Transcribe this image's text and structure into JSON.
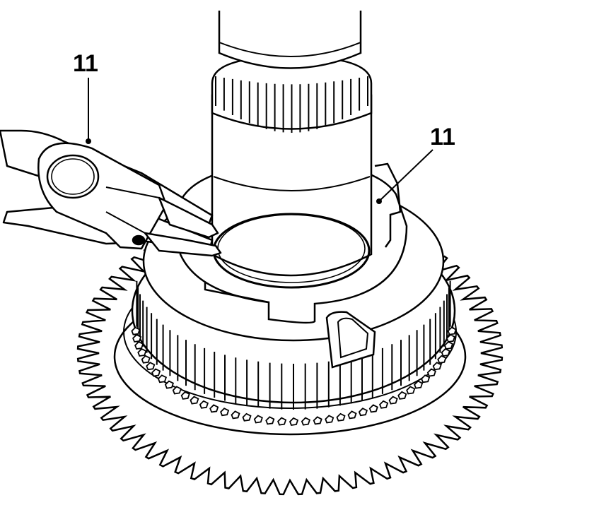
{
  "figure": {
    "background": "#ffffff",
    "line_color": "#000000",
    "callouts": [
      {
        "id": "circlip-pliers",
        "label": "11"
      },
      {
        "id": "circlip",
        "label": "11"
      }
    ]
  }
}
